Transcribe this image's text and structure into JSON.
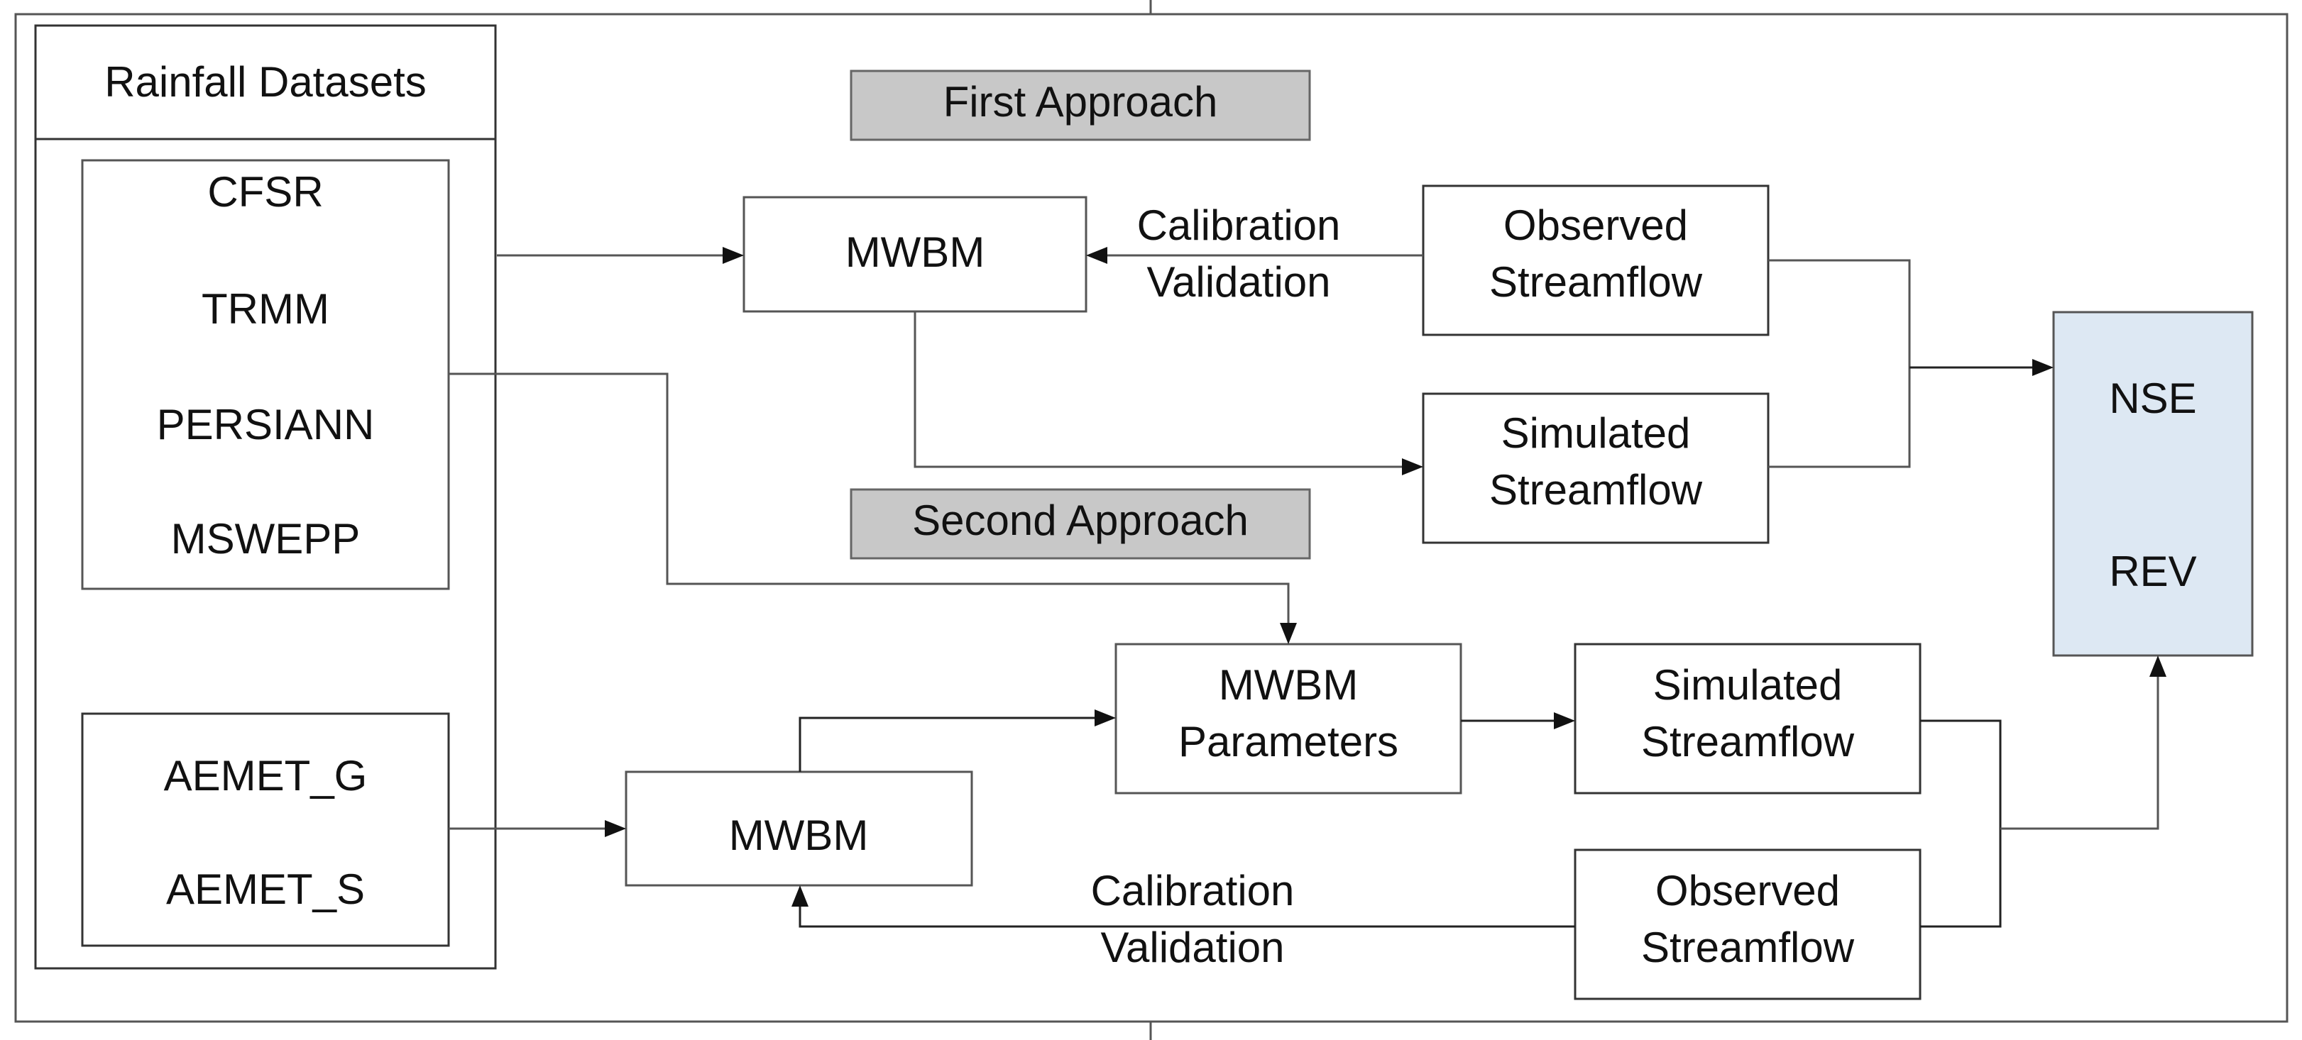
{
  "rainfall": {
    "title": "Rainfall Datasets",
    "group1": [
      "CFSR",
      "TRMM",
      "PERSIANN",
      "MSWEPP"
    ],
    "group2": [
      "AEMET_G",
      "AEMET_S"
    ]
  },
  "approaches": {
    "first": "First Approach",
    "second": "Second Approach"
  },
  "first": {
    "model": "MWBM",
    "cal_line1": "Calibration",
    "cal_line2": "Validation",
    "observed_line1": "Observed",
    "observed_line2": "Streamflow",
    "simulated_line1": "Simulated",
    "simulated_line2": "Streamflow"
  },
  "second": {
    "model": "MWBM",
    "params_line1": "MWBM",
    "params_line2": "Parameters",
    "simulated_line1": "Simulated",
    "simulated_line2": "Streamflow",
    "observed_line1": "Observed",
    "observed_line2": "Streamflow",
    "cal_line1": "Calibration",
    "cal_line2": "Validation"
  },
  "metrics": {
    "nse": "NSE",
    "rev": "REV"
  },
  "colors": {
    "approach_tag": "#c8c8c8",
    "metrics_box": "#dde8f3",
    "line": "#555555"
  }
}
